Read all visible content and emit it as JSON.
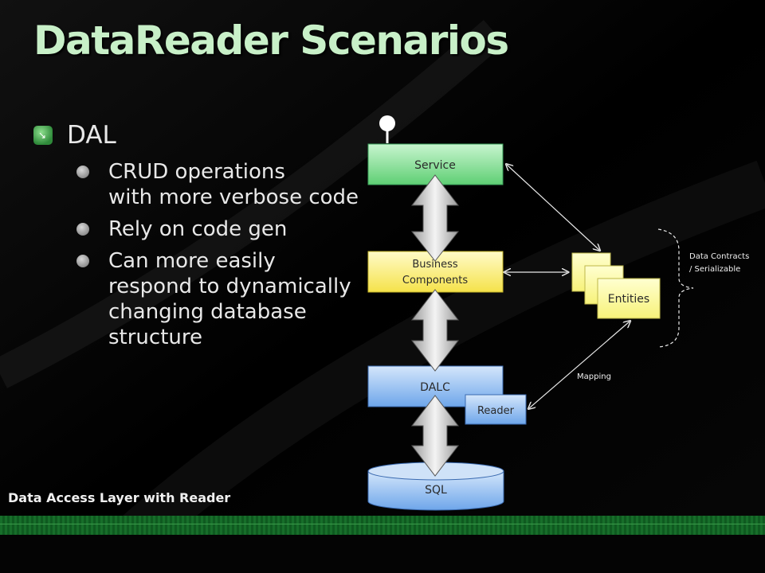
{
  "slide": {
    "title": "DataReader Scenarios",
    "caption": "Data Access Layer with Reader",
    "bullets": {
      "main": "DAL",
      "sub": [
        [
          "CRUD operations",
          "with more verbose code"
        ],
        [
          "Rely on code gen"
        ],
        [
          "Can more easily",
          "respond to dynamically",
          "changing database",
          "structure"
        ]
      ]
    }
  },
  "diagram": {
    "service_label": "Service",
    "business_label_line1": "Business",
    "business_label_line2": "Components",
    "dalc_label": "DALC",
    "reader_label": "Reader",
    "sql_label": "SQL",
    "entities_label": "Entities",
    "contracts_line1": "Data Contracts",
    "contracts_line2": "/ Serializable",
    "mapping_label": "Mapping"
  },
  "colors": {
    "title": "#c8f0c8",
    "accent_green": "#2f8a3a",
    "service_fill": "#7ee08f",
    "business_fill": "#fff27a",
    "dalc_fill": "#8ab9f0",
    "sql_fill": "#8ab9f0",
    "entities_fill": "#ffff8c"
  }
}
